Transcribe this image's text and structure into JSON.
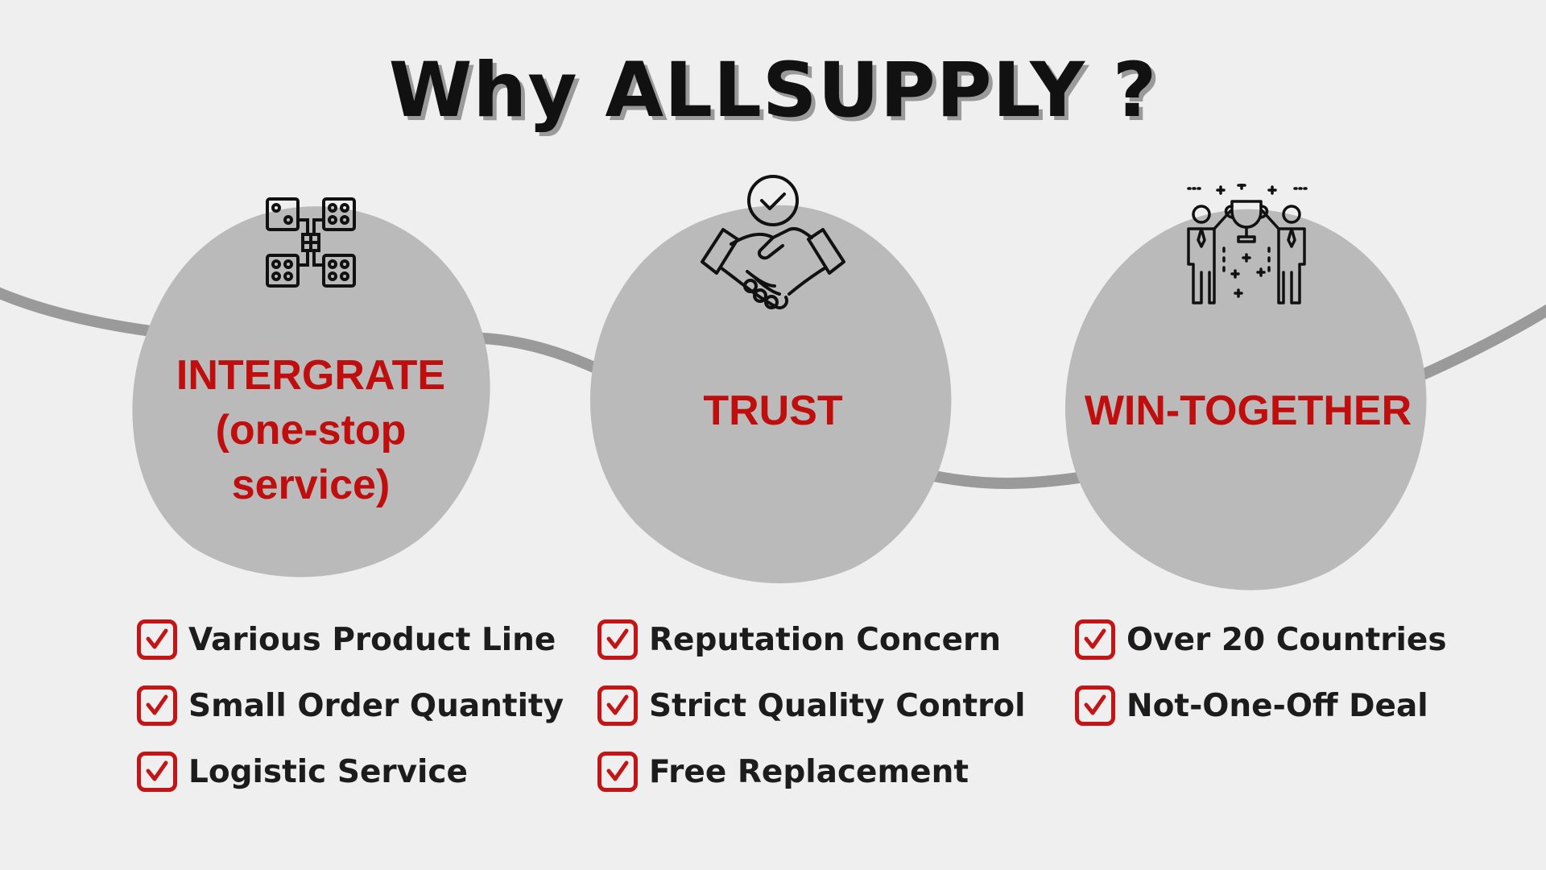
{
  "title": "Why  ALLSUPPLY ?",
  "colors": {
    "accent": "#c00d0d",
    "blob": "#bababa",
    "curve": "#9a9a9a",
    "background": "#efefef",
    "text": "#1c1c1c"
  },
  "pillars": [
    {
      "icon": "puzzle-network-icon",
      "label": "INTERGRATE\n(one-stop\nservice)",
      "items": [
        "Various Product Line",
        "Small Order Quantity",
        "Logistic Service"
      ]
    },
    {
      "icon": "handshake-check-icon",
      "label": "TRUST",
      "items": [
        "Reputation Concern",
        "Strict Quality Control",
        "Free Replacement"
      ]
    },
    {
      "icon": "team-trophy-icon",
      "label": "WIN-TOGETHER",
      "items": [
        "Over 20 Countries",
        "Not-One-Off Deal"
      ]
    }
  ]
}
